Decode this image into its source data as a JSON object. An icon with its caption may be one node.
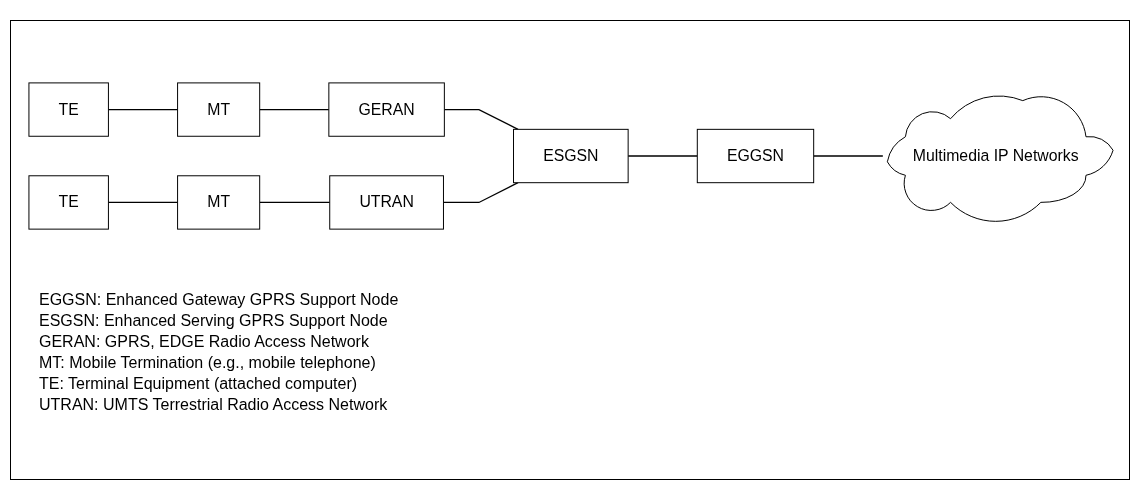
{
  "diagram": {
    "nodes": [
      {
        "text": [
          "TE"
        ]
      },
      {
        "text": [
          "MT"
        ]
      },
      {
        "text": [
          "GERAN"
        ]
      },
      {
        "text": [
          "TE"
        ]
      },
      {
        "text": [
          "MT"
        ]
      },
      {
        "text": [
          "UTRAN"
        ]
      },
      {
        "text": [
          "ESGSN"
        ]
      },
      {
        "text": [
          "EGGSN"
        ]
      },
      {
        "text": [
          "Multimedia IP Networks"
        ]
      }
    ],
    "edges": [
      {
        "from": 0,
        "to": 1,
        "arrow": "none"
      },
      {
        "from": 1,
        "to": 2,
        "arrow": "none"
      },
      {
        "from": 3,
        "to": 4,
        "arrow": "none"
      },
      {
        "from": 4,
        "to": 5,
        "arrow": "none"
      },
      {
        "from": 2,
        "to": 6,
        "arrow": "none"
      },
      {
        "from": 5,
        "to": 6,
        "arrow": "none"
      },
      {
        "from": 6,
        "to": 7,
        "arrow": "none"
      },
      {
        "from": 7,
        "to": 8,
        "arrow": "none"
      }
    ],
    "labels": [
      "EGGSN: Enhanced Gateway GPRS Support Node",
      "ESGSN: Enhanced Serving GPRS Support Node",
      "GERAN: GPRS, EDGE Radio Access Network",
      "MT: Mobile Termination (e.g., mobile telephone)",
      "TE: Terminal Equipment (attached computer)",
      "UTRAN: UMTS Terrestrial Radio Access Network"
    ]
  }
}
